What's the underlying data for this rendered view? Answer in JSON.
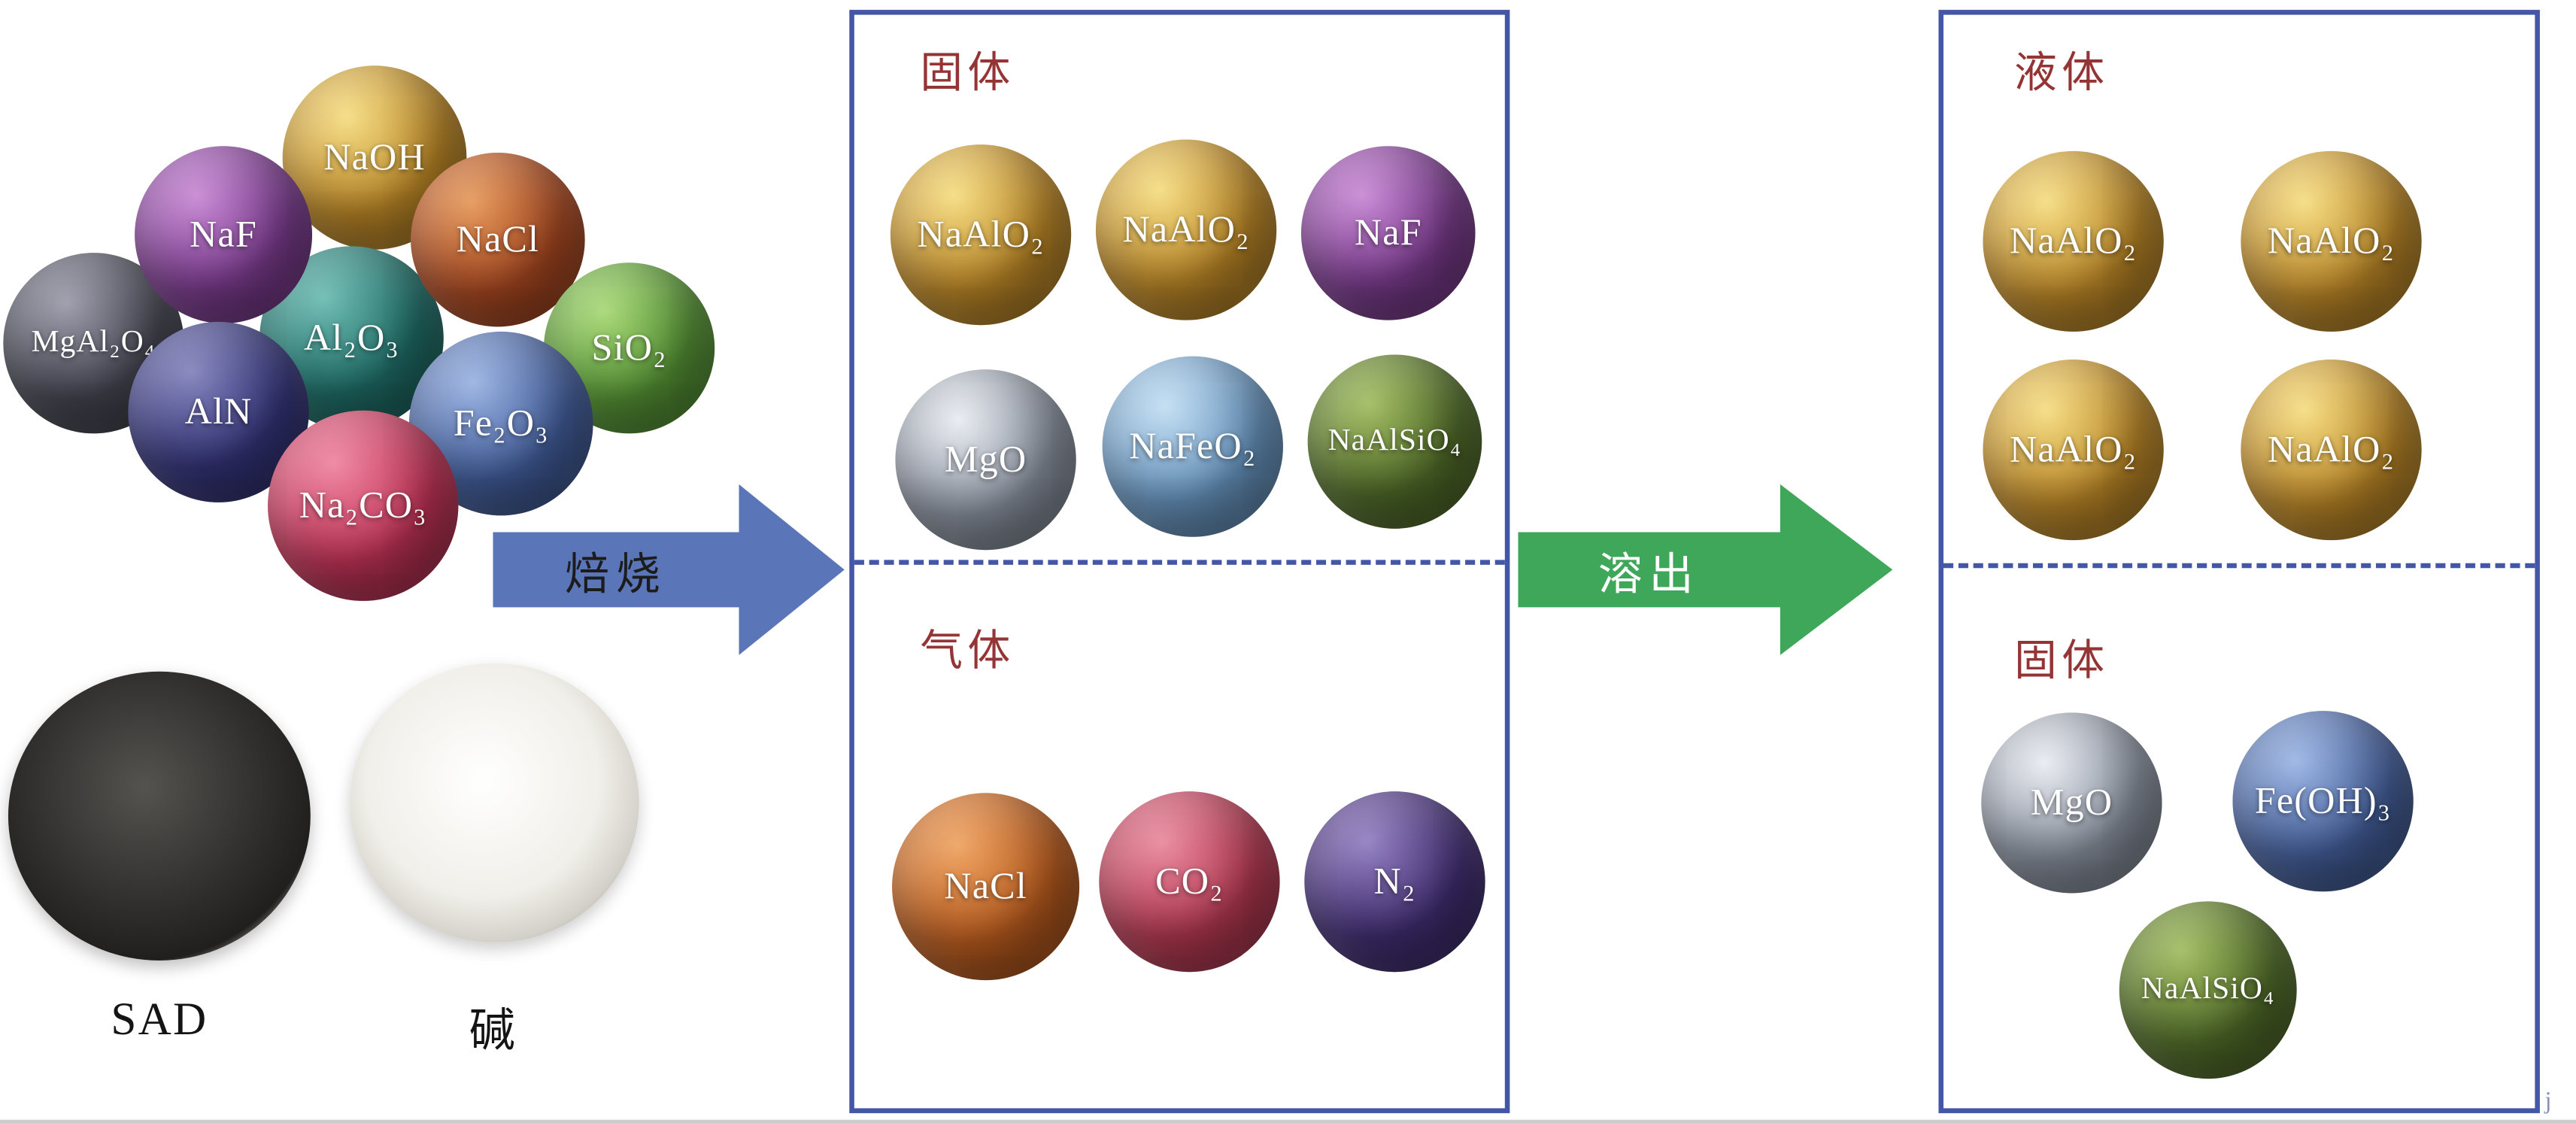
{
  "colors": {
    "box_border": "#4456a6",
    "section_title": "#943434",
    "roast_arrow": "#5b76b8",
    "roast_arrow_text": "#1c1c1c",
    "leach_arrow": "#3fa75a",
    "leach_arrow_text": "#ffffff"
  },
  "input": {
    "cluster": [
      {
        "label": "NaOH",
        "c": "#c18b28",
        "hi": "#f5dd85"
      },
      {
        "label": "NaF",
        "c": "#7e3d92",
        "hi": "#c88ad4"
      },
      {
        "label": "NaCl",
        "c": "#ad4a22",
        "hi": "#e59a5c"
      },
      {
        "label": "MgAl₂O₄",
        "c": "#474754",
        "hi": "#9c9cab"
      },
      {
        "label": "Al₂O₃",
        "c": "#20706a",
        "hi": "#6fbdb4"
      },
      {
        "label": "AlN",
        "c": "#35357c",
        "hi": "#8585bd"
      },
      {
        "label": "SiO₂",
        "c": "#5a9b38",
        "hi": "#a9d878"
      },
      {
        "label": "Fe₂O₃",
        "c": "#44609f",
        "hi": "#9cb4e2"
      },
      {
        "label": "Na₂CO₃",
        "c": "#c23357",
        "hi": "#ef87a2"
      }
    ],
    "dishes": [
      {
        "label": "SAD",
        "powder": "#2e2d2b",
        "rim": "#b9b9b5"
      },
      {
        "label": "碱",
        "powder": "#f1efe9",
        "rim": "#a8a8a4"
      }
    ]
  },
  "arrows": {
    "roast": {
      "label": "焙烧"
    },
    "leach": {
      "label": "溶出"
    }
  },
  "roast_box": {
    "solid_title": "固体",
    "solid": [
      {
        "label": "NaAlO₂",
        "c": "#c18b28",
        "hi": "#f5dd85"
      },
      {
        "label": "NaAlO₂",
        "c": "#c18b28",
        "hi": "#f5dd85"
      },
      {
        "label": "NaF",
        "c": "#7e3d92",
        "hi": "#c88ad4"
      },
      {
        "label": "MgO",
        "c": "#8e96a4",
        "hi": "#e9ecf2"
      },
      {
        "label": "NaFeO₂",
        "c": "#6b9ac6",
        "hi": "#c3def2"
      },
      {
        "label": "NaAlSiO₄",
        "c": "#54702b",
        "hi": "#a3bd63"
      }
    ],
    "gas_title": "气体",
    "gas": [
      {
        "label": "NaCl",
        "c": "#bb5c1e",
        "hi": "#efa564"
      },
      {
        "label": "CO₂",
        "c": "#b93a54",
        "hi": "#e98ba0"
      },
      {
        "label": "N₂",
        "c": "#432f75",
        "hi": "#9480c2"
      }
    ]
  },
  "leach_box": {
    "liquid_title": "液体",
    "liquid": [
      {
        "label": "NaAlO₂",
        "c": "#c18b28",
        "hi": "#f5dd85"
      },
      {
        "label": "NaAlO₂",
        "c": "#c18b28",
        "hi": "#f5dd85"
      },
      {
        "label": "NaAlO₂",
        "c": "#c18b28",
        "hi": "#f5dd85"
      },
      {
        "label": "NaAlO₂",
        "c": "#c18b28",
        "hi": "#f5dd85"
      }
    ],
    "solid_title": "固体",
    "solid": [
      {
        "label": "MgO",
        "c": "#8e96a4",
        "hi": "#e9ecf2"
      },
      {
        "label": "Fe(OH)₃",
        "c": "#46629f",
        "hi": "#9db6e4"
      },
      {
        "label": "NaAlSiO₄",
        "c": "#54702b",
        "hi": "#a3bd63"
      }
    ]
  },
  "corner_mark": "j"
}
